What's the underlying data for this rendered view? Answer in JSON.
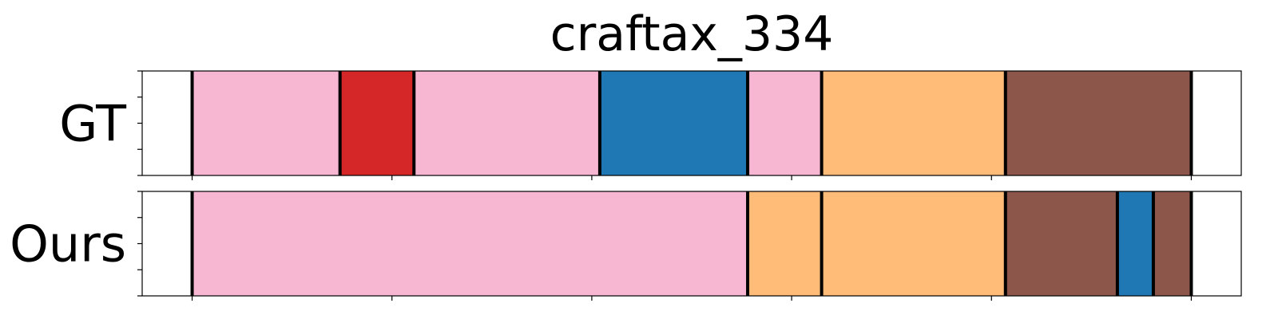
{
  "chart_data": {
    "type": "segmentation",
    "title": "craftax_334",
    "xlim": [
      -25,
      525
    ],
    "rows": [
      {
        "label": "GT",
        "segments": [
          {
            "start": 0,
            "end": 74,
            "color": "#f7b6d2"
          },
          {
            "start": 74,
            "end": 111,
            "color": "#d62728"
          },
          {
            "start": 111,
            "end": 204,
            "color": "#f7b6d2"
          },
          {
            "start": 204,
            "end": 278,
            "color": "#1f77b4"
          },
          {
            "start": 278,
            "end": 315,
            "color": "#f7b6d2"
          },
          {
            "start": 315,
            "end": 407,
            "color": "#ffbb78"
          },
          {
            "start": 407,
            "end": 500,
            "color": "#8c564b"
          }
        ]
      },
      {
        "label": "Ours",
        "segments": [
          {
            "start": 0,
            "end": 278,
            "color": "#f7b6d2"
          },
          {
            "start": 278,
            "end": 315,
            "color": "#ffbb78"
          },
          {
            "start": 315,
            "end": 407,
            "color": "#ffbb78"
          },
          {
            "start": 407,
            "end": 463,
            "color": "#8c564b"
          },
          {
            "start": 463,
            "end": 481,
            "color": "#1f77b4"
          },
          {
            "start": 481,
            "end": 500,
            "color": "#8c564b"
          }
        ]
      }
    ],
    "xticks": [
      0,
      100,
      200,
      300,
      400,
      500
    ],
    "yticks": 5,
    "tick_labels_visible": false,
    "boundary_color": "#000000"
  }
}
